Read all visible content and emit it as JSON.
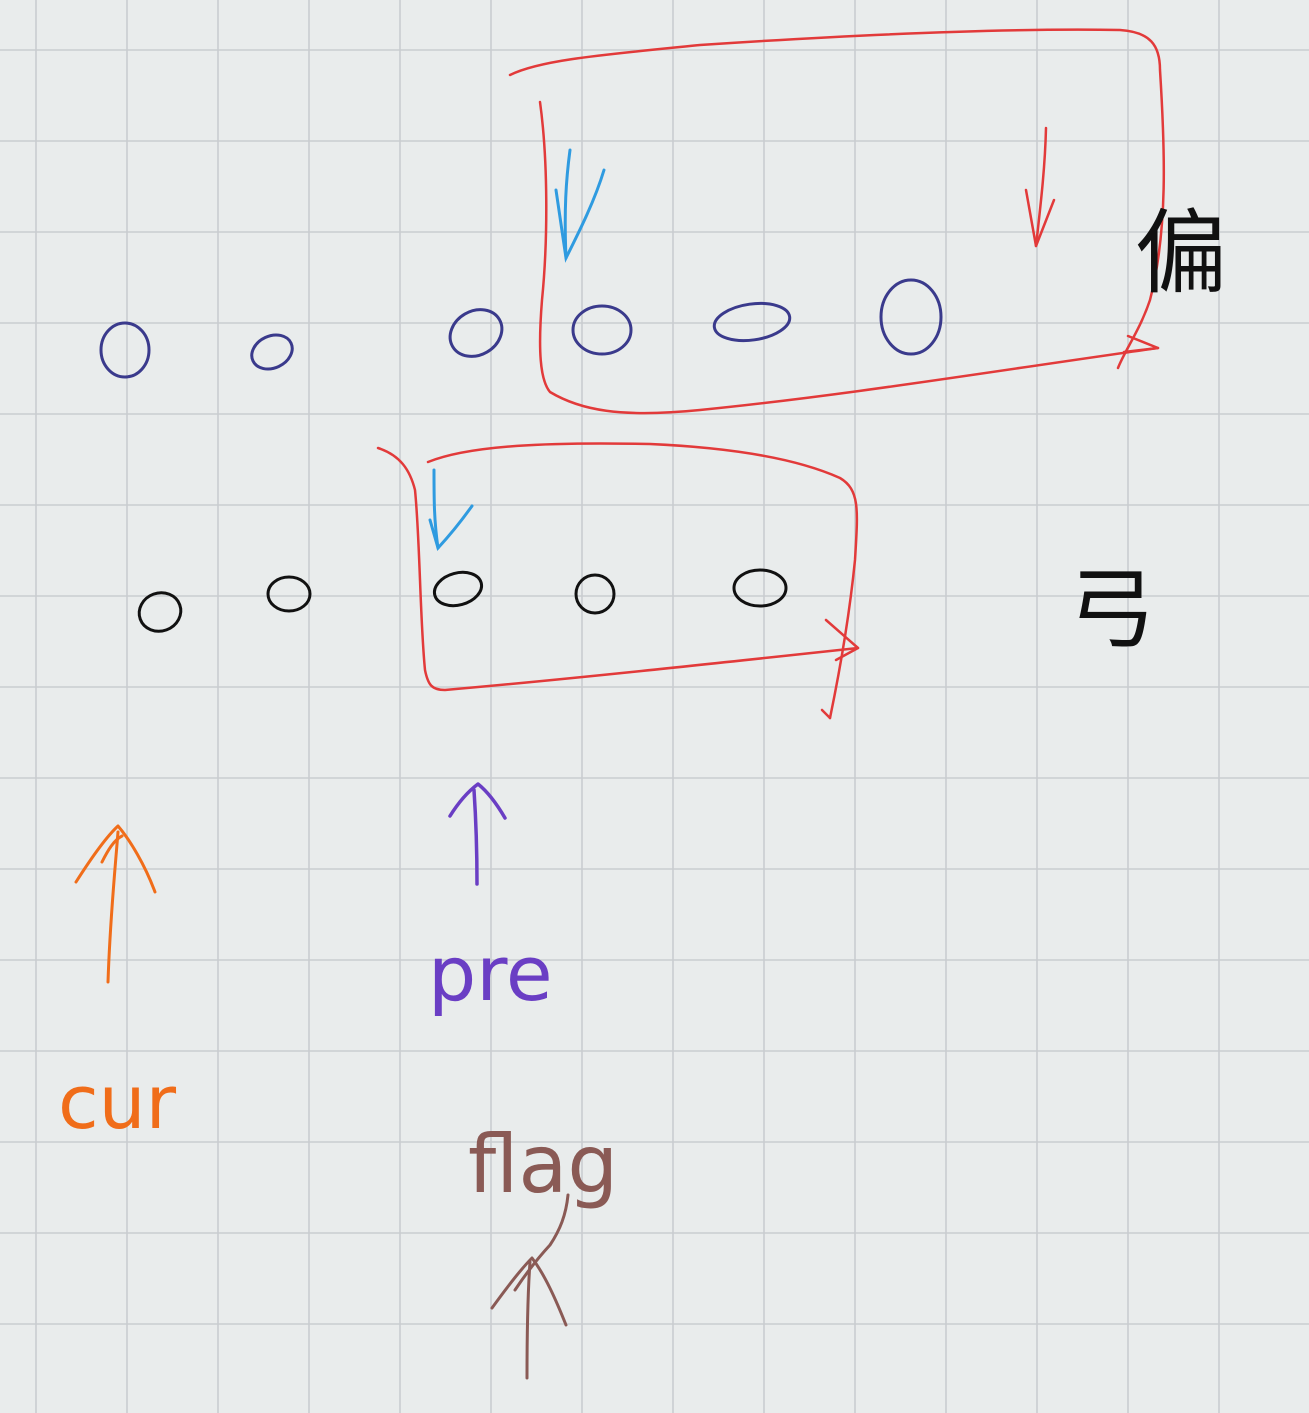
{
  "labels": {
    "odd_char": "偏",
    "even_char": "弓",
    "cur": "cur",
    "pre": "pre",
    "flag": "flag"
  },
  "colors": {
    "grid_background": "#e9ecec",
    "grid_line": "#c9cdd0",
    "odd_row_nodes": "#3a3a8c",
    "even_row_nodes": "#111111",
    "box_and_arrows": "#e23a3a",
    "inner_arrows": "#2f9be0",
    "cur": "#f06d1a",
    "pre": "#6a3ec4",
    "flag": "#8a5a55"
  },
  "rows": {
    "odd": {
      "node_count": 6,
      "boxed_nodes": 3
    },
    "even": {
      "node_count": 5,
      "boxed_nodes": 3
    }
  }
}
